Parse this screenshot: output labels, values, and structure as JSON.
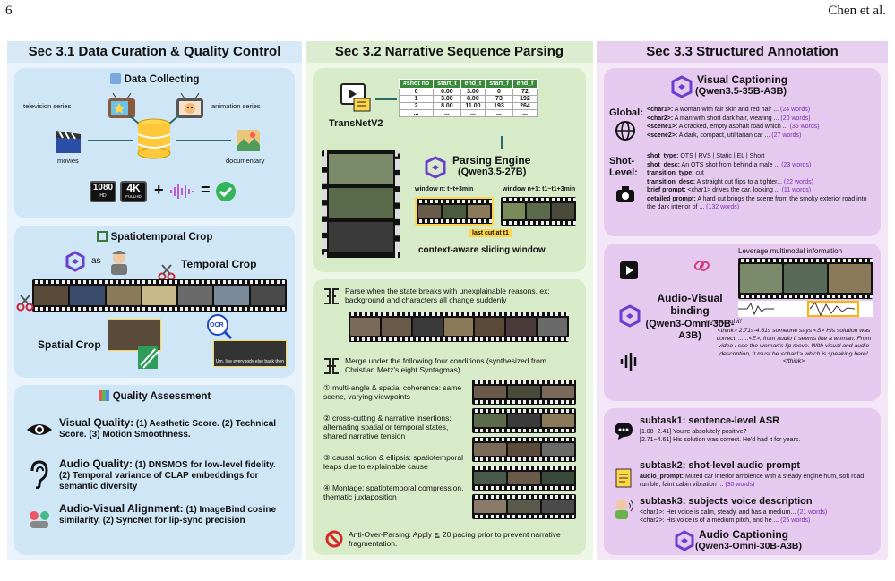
{
  "header": {
    "page": "6",
    "authors": "Chen et al."
  },
  "sec31": {
    "title": "Sec 3.1  Data Curation & Quality Control",
    "collect": {
      "title": "Data Collecting",
      "tv": "television series",
      "anim": "animation series",
      "movies": "movies",
      "doc": "documentary",
      "res1": "1080",
      "res1sub": "HD",
      "res2": "4K",
      "res2sub": "FULLHD",
      "plus": "+",
      "eq": "="
    },
    "crop": {
      "title": "Spatiotemporal Crop",
      "as": "as",
      "temporal": "Temporal Crop",
      "spatial": "Spatial Crop",
      "ocr": "OCR",
      "subtitle": "Um, like everybody else back then"
    },
    "quality": {
      "title": "Quality Assessment",
      "visual_h": "Visual Quality:",
      "visual_t": "(1) Aesthetic Score. (2) Technical Score. (3) Motion Smoothness.",
      "audio_h": "Audio Quality:",
      "audio_t": "(1) DNSMOS for low-level fidelity. (2) Temporal variance of CLAP embeddings for semantic diversity",
      "av_h": "Audio-Visual Alignment:",
      "av_t": "(1) ImageBind cosine similarity. (2) SyncNet for lip-sync precision"
    }
  },
  "sec32": {
    "title": "Sec 3.2  Narrative Sequence Parsing",
    "transnet": "TransNetV2",
    "table": {
      "headers": [
        "#shot no",
        "start_t",
        "end_t",
        "start_f",
        "end_f"
      ],
      "rows": [
        [
          "0",
          "0.00",
          "3.00",
          "0",
          "72"
        ],
        [
          "1",
          "3.00",
          "8.00",
          "73",
          "192"
        ],
        [
          "2",
          "8.00",
          "11.00",
          "193",
          "264"
        ],
        [
          "...",
          "...",
          "...",
          "...",
          "..."
        ]
      ]
    },
    "engine": "Parsing Engine",
    "engine_model": "(Qwen3.5-27B)",
    "win_n": "window n: t~t+3min",
    "win_n1": "window n+1: t1~t1+3min",
    "lastcut": "last cut at t1",
    "sliding": "context-aware sliding window",
    "parse_text": "Parse when the state breaks with unexplainable reasons. ex: background and characters all change suddenly",
    "merge_text": "Merge under the following four conditions (synthesized from Christian Metz's eight Syntagmas)",
    "cond1": "① multi-angle & spatial coherence: same scene, varying viewpoints",
    "cond2": "② cross-cutting & narrative insertions: alternating spatial or temporal states, shared narrative tension",
    "cond3": "③ causal action & ellipsis: spatiotemporal leaps due to explainable cause",
    "cond4": "④ Montage: spatiotemporal compression, thematic juxtaposition",
    "anti": "Anti-Over-Parsing: Apply ≧ 20 pacing prior to prevent narrative fragmentation."
  },
  "sec33": {
    "title": "Sec 3.3  Structured Annotation",
    "vc_title": "Visual Captioning",
    "vc_model": "(Qwen3.5-35B-A3B)",
    "global_label": "Global:",
    "global": [
      {
        "k": "<char1>:",
        "v": " A woman with fair skin and red hair ... ",
        "w": "(24 words)"
      },
      {
        "k": "<char2>:",
        "v": " A man with short dark hair, wearing ... ",
        "w": "(20 words)"
      },
      {
        "k": "<scene1>:",
        "v": " A cracked, empty asphalt road which ... ",
        "w": "(36 words)"
      },
      {
        "k": "<scene2>:",
        "v": " A dark, compact, utilitarian car ... ",
        "w": "(27 words)"
      }
    ],
    "shot_label": "Shot-Level:",
    "shot": [
      {
        "k": "shot_type:",
        "v": " OTS | RVS | Static | EL | Short",
        "w": ""
      },
      {
        "k": "shot_desc:",
        "v": " An OTS shot from behind a male ... ",
        "w": "(23 words)"
      },
      {
        "k": "transition_type:",
        "v": " cut",
        "w": ""
      },
      {
        "k": "transition_desc:",
        "v": " A straight cut flips to a tighter... ",
        "w": "(22 words)"
      },
      {
        "k": "brief prompt:",
        "v": " <char1> drives the car, looking ... ",
        "w": "(11 words)"
      },
      {
        "k": "detailed prompt:",
        "v": " A hard cut brings the scene from the smoky exterior road into the dark interior of ... ",
        "w": "(132 words)"
      }
    ],
    "leverage": "Leverage multimodal information",
    "avb": "Audio-Visual binding",
    "avb_model": "(Qwen3-Omni-30B-A3B)",
    "noasr": "no asr,  cut it!",
    "think": "<think> 2.71s-4.61s someone says <S> His solution was correct. ......<E>, from audio it seems like a woman. From video I see the woman's lip move. With visual and audio description, it must be <char1> which is speaking here! </think>",
    "sub1": "subtask1: sentence-level ASR",
    "sub1_l1": "[1.08~2.41] You're absolutely positive?",
    "sub1_l2": "[2.71~4.61] His solution was correct. He'd had it for years.",
    "sub1_l3": "......",
    "sub2": "subtask2: shot-level audio prompt",
    "sub2_k": "audio_prompt:",
    "sub2_v": " Muted car interior ambience with a steady engine hum, soft road rumble, faint cabin vibration ... ",
    "sub2_w": "(30 words)",
    "sub3": "subtask3: subjects voice description",
    "sub3_l1": "<char1>: Her voice is calm, steady, and has a medium... ",
    "sub3_l1w": "(21 words)",
    "sub3_l2": "<char2>: His voice is of a medium pitch, and he ... ",
    "sub3_l2w": "(25 words)",
    "ac_title": "Audio Captioning",
    "ac_model": "(Qwen3-Omni-30B-A3B)"
  }
}
